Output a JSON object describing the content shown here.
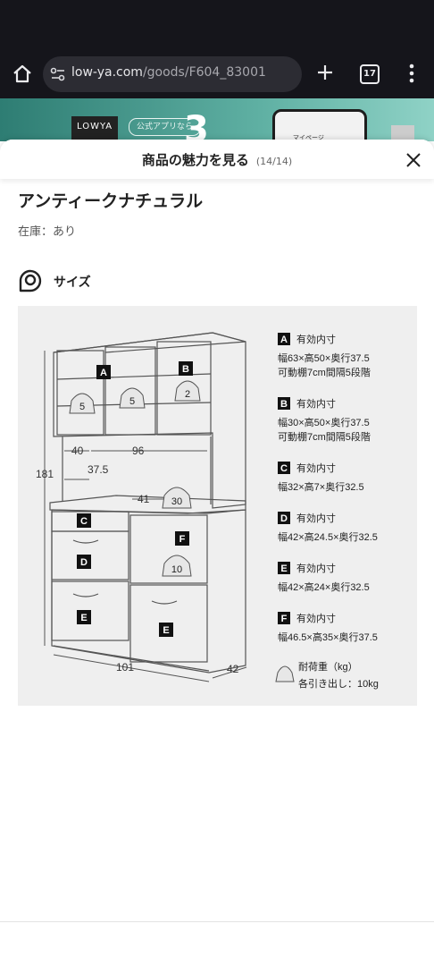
{
  "browser": {
    "url_host": "low-ya.com",
    "url_path": "/goods/F604_83001",
    "tab_count": "17"
  },
  "banner": {
    "logo_text": "LOWYA",
    "tag_text": "公式アプリなら",
    "big_number": "3",
    "phone_text": "マイページ"
  },
  "sheet": {
    "title": "商品の魅力を見る",
    "counter": "(14/14)"
  },
  "product": {
    "name": "アンティークナチュラル",
    "stock": "在庫：あり",
    "section_label": "サイズ"
  },
  "figure": {
    "dims": {
      "height": "181",
      "width": "101",
      "depth": "42",
      "upper_inset": "40",
      "upper_width": "96",
      "counter_inset": "37.5",
      "counter_depth": "41"
    },
    "load_weights": {
      "A": "5",
      "A2": "5",
      "B": "2",
      "counter": "30",
      "F": "10"
    },
    "legend": [
      {
        "key": "A",
        "title": "有効内寸",
        "line1": "幅63×高50×奥行37.5",
        "line2": "可動棚7cm間隔5段階"
      },
      {
        "key": "B",
        "title": "有効内寸",
        "line1": "幅30×高50×奥行37.5",
        "line2": "可動棚7cm間隔5段階"
      },
      {
        "key": "C",
        "title": "有効内寸",
        "line1": "幅32×高7×奥行32.5",
        "line2": ""
      },
      {
        "key": "D",
        "title": "有効内寸",
        "line1": "幅42×高24.5×奥行32.5",
        "line2": ""
      },
      {
        "key": "E",
        "title": "有効内寸",
        "line1": "幅42×高24×奥行32.5",
        "line2": ""
      },
      {
        "key": "F",
        "title": "有効内寸",
        "line1": "幅46.5×高35×奥行37.5",
        "line2": ""
      }
    ],
    "load_title": "耐荷重（kg）",
    "load_note": "各引き出し：10kg"
  }
}
